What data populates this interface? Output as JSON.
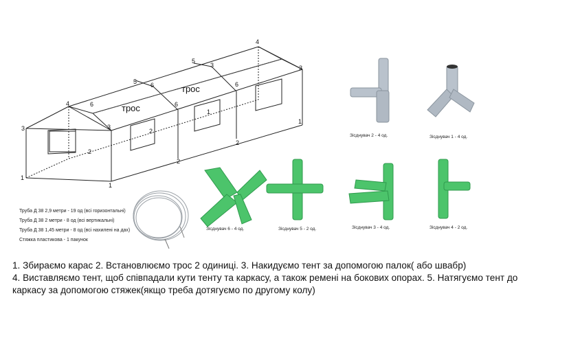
{
  "frame_labels": {
    "n1": "1",
    "n2": "2",
    "n3": "3",
    "n4": "4",
    "n5": "5",
    "n6": "6",
    "cable": "трос"
  },
  "specs": [
    "Труба  Д 38 2,9 метри - 19 од (всі горизонтальні)",
    "Труба  Д 38 2 метри - 8 од (всі вертикальні)",
    "Труба  Д 38 1,45 метри - 8 од (всі нахилені на дах)",
    "Стяжка пластикова - 1 пакунок"
  ],
  "connectors": {
    "c2": "Зісднувач 2 - 4 од.",
    "c1": "Зісднувач 1 - 4 од.",
    "c6": "Зісднувач 6 - 4 од.",
    "c5": "Зісднувач 5 - 2 од.",
    "c3": "Зісднувач 3 - 4 од.",
    "c4": "Зісднувач 4 - 2 од."
  },
  "colors": {
    "green": "#4cc46b",
    "grey": "#aab4bf"
  },
  "instructions": [
    "1. Збираємо карас 2. Встановлюємо трос 2 одиниці. 3. Накидуємо тент за допомогою палок( або швабр)",
    "4. Виставляємо тент, щоб співпадали кути тенту та каркасу, а також ремені на бокових опорах. 5. Натягуємо тент до",
    "каркасу за допомогою стяжек(якщо треба дотягуємо по другому колу)"
  ]
}
